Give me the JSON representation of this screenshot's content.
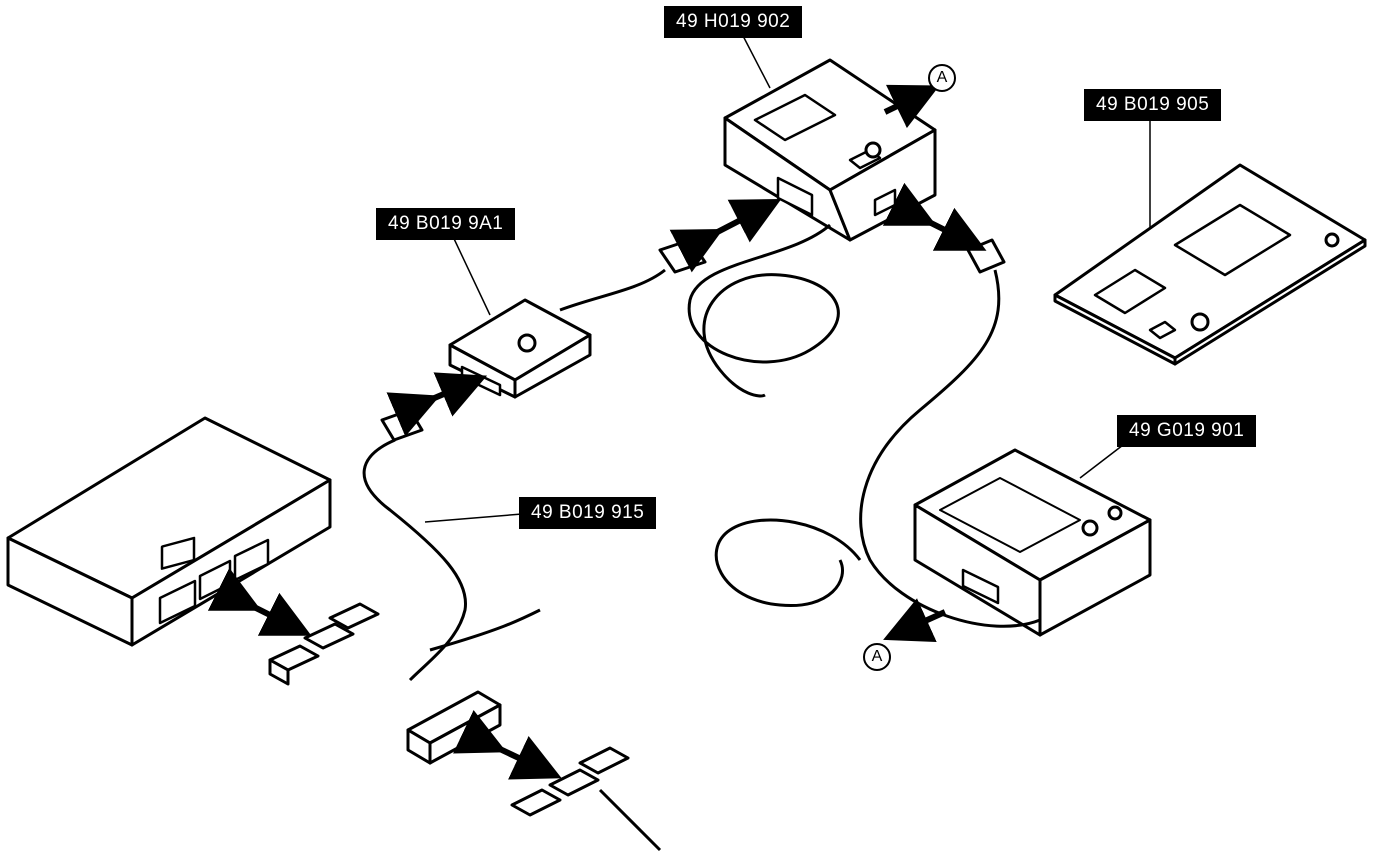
{
  "labels": {
    "adapter_unit": "49 H019 902",
    "fault_panel": "49 B019 905",
    "sst_module": "49 B019 9A1",
    "tester": "49 G019 901",
    "harness": "49 B019 915"
  },
  "callouts": {
    "top": "A",
    "bottom": "A"
  }
}
